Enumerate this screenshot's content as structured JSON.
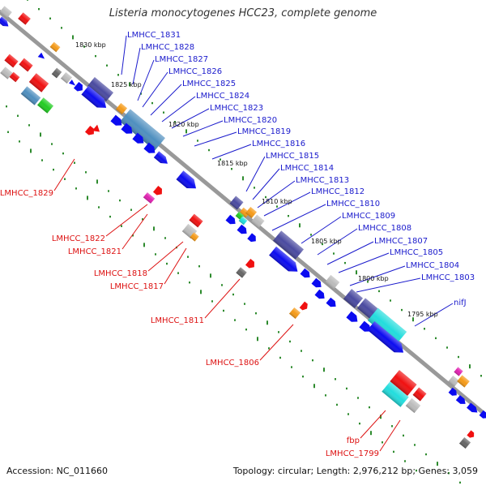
{
  "title": "Listeria monocytogenes HCC23, complete genome",
  "footer": {
    "accession": "Accession: NC_011660",
    "topology": "Topology: circular; Length: 2,976,212 bp; Genes: 3,059"
  },
  "colors": {
    "backbone": "#888888",
    "tick": "#2e8b2e",
    "forward_label": "#1a1acc",
    "reverse_label": "#dd1111",
    "gene_blue": "#0b0bf0",
    "gene_red": "#f01010",
    "gene_steel": "#4f8fbf",
    "gene_slate": "#4a4aa0",
    "gene_cyan": "#22dddd",
    "gene_gray": "#bbbbbb",
    "gene_dark_gray": "#666666",
    "gene_orange": "#f59a17",
    "gene_magenta": "#e020b0",
    "gene_green": "#22cc22"
  },
  "kbp_labels": [
    "1830 kbp",
    "1825 kbp",
    "1820 kbp",
    "1815 kbp",
    "1810 kbp",
    "1805 kbp",
    "1800 kbp",
    "1795 kbp"
  ],
  "forward_genes": [
    "LMHCC_1831",
    "LMHCC_1828",
    "LMHCC_1827",
    "LMHCC_1826",
    "LMHCC_1825",
    "LMHCC_1824",
    "LMHCC_1823",
    "LMHCC_1820",
    "LMHCC_1819",
    "LMHCC_1816",
    "LMHCC_1815",
    "LMHCC_1814",
    "LMHCC_1813",
    "LMHCC_1812",
    "LMHCC_1810",
    "LMHCC_1809",
    "LMHCC_1808",
    "LMHCC_1807",
    "LMHCC_1805",
    "LMHCC_1804",
    "LMHCC_1803",
    "nifJ"
  ],
  "reverse_genes": [
    "LMHCC_1829",
    "LMHCC_1822",
    "LMHCC_1821",
    "LMHCC_1818",
    "LMHCC_1817",
    "LMHCC_1811",
    "LMHCC_1806",
    "fbp",
    "LMHCC_1799"
  ]
}
